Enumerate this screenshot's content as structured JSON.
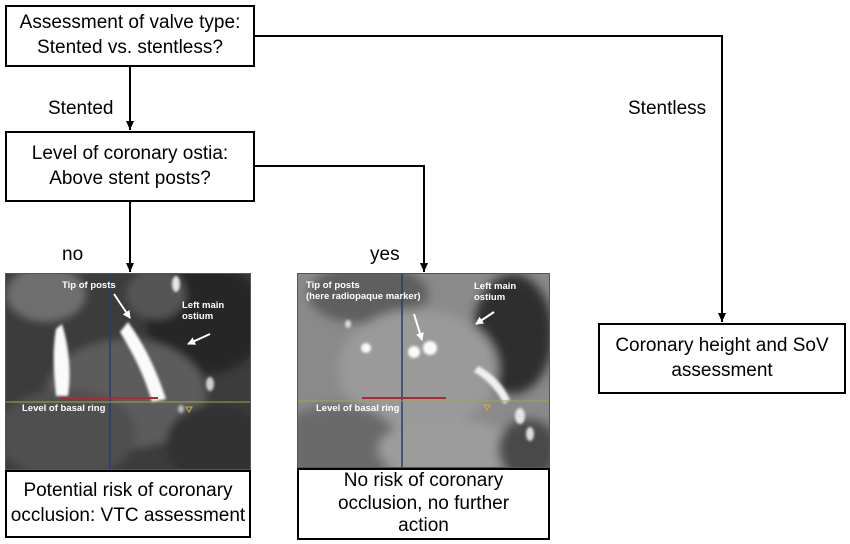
{
  "nodes": {
    "valve_type": {
      "line1": "Assessment of valve type:",
      "line2": "Stented vs. stentless?"
    },
    "coronary_ostia": {
      "line1": "Level of coronary ostia:",
      "line2": "Above stent posts?"
    },
    "coronary_height": {
      "line1": "Coronary height and SoV",
      "line2": "assessment"
    },
    "potential_risk": {
      "line1": "Potential risk of coronary",
      "line2": "occlusion: VTC assessment"
    },
    "no_risk": {
      "line1": "No risk of coronary",
      "line2": "occlusion, no further",
      "line3": "action"
    }
  },
  "edge_labels": {
    "stented": "Stented",
    "stentless": "Stentless",
    "no": "no",
    "yes": "yes"
  },
  "images": {
    "left": {
      "tip": "Tip of posts",
      "ostium_line1": "Left main",
      "ostium_line2": "ostium",
      "basal": "Level of basal ring"
    },
    "right": {
      "tip_line1": "Tip of posts",
      "tip_line2": "(here radiopaque marker)",
      "ostium_line1": "Left main",
      "ostium_line2": "ostium",
      "basal": "Level of basal ring"
    }
  },
  "colors": {
    "line": "#000000",
    "basal_ring": "#b3263a",
    "reference_line": "#9aa84a",
    "axis_line": "#2a3b6e"
  }
}
